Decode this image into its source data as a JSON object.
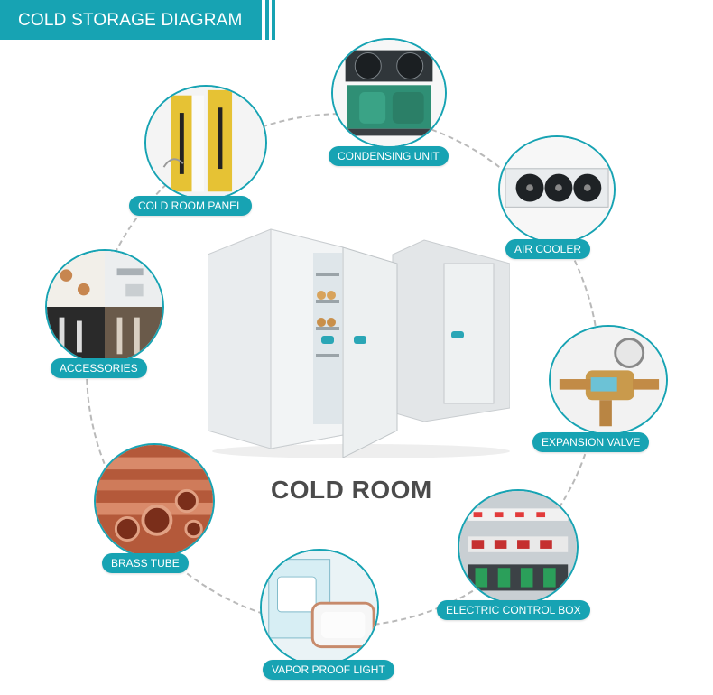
{
  "header": {
    "title": "COLD STORAGE DIAGRAM"
  },
  "center": {
    "label": "COLD ROOM",
    "image_icon": "cold-room-image"
  },
  "components": [
    {
      "id": "condensing-unit",
      "label": "CONDENSING UNIT"
    },
    {
      "id": "cold-room-panel",
      "label": "COLD ROOM PANEL"
    },
    {
      "id": "air-cooler",
      "label": "AIR COOLER"
    },
    {
      "id": "accessories",
      "label": "ACCESSORIES"
    },
    {
      "id": "expansion-valve",
      "label": "EXPANSION VALVE"
    },
    {
      "id": "brass-tube",
      "label": "BRASS TUBE"
    },
    {
      "id": "electric-control-box",
      "label": "ELECTRIC CONTROL BOX"
    },
    {
      "id": "vapor-proof-light",
      "label": "VAPOR PROOF LIGHT"
    }
  ],
  "colors": {
    "accent": "#17a3b3",
    "ring": "#b9b9b9",
    "center_text": "#4b4b4b"
  }
}
